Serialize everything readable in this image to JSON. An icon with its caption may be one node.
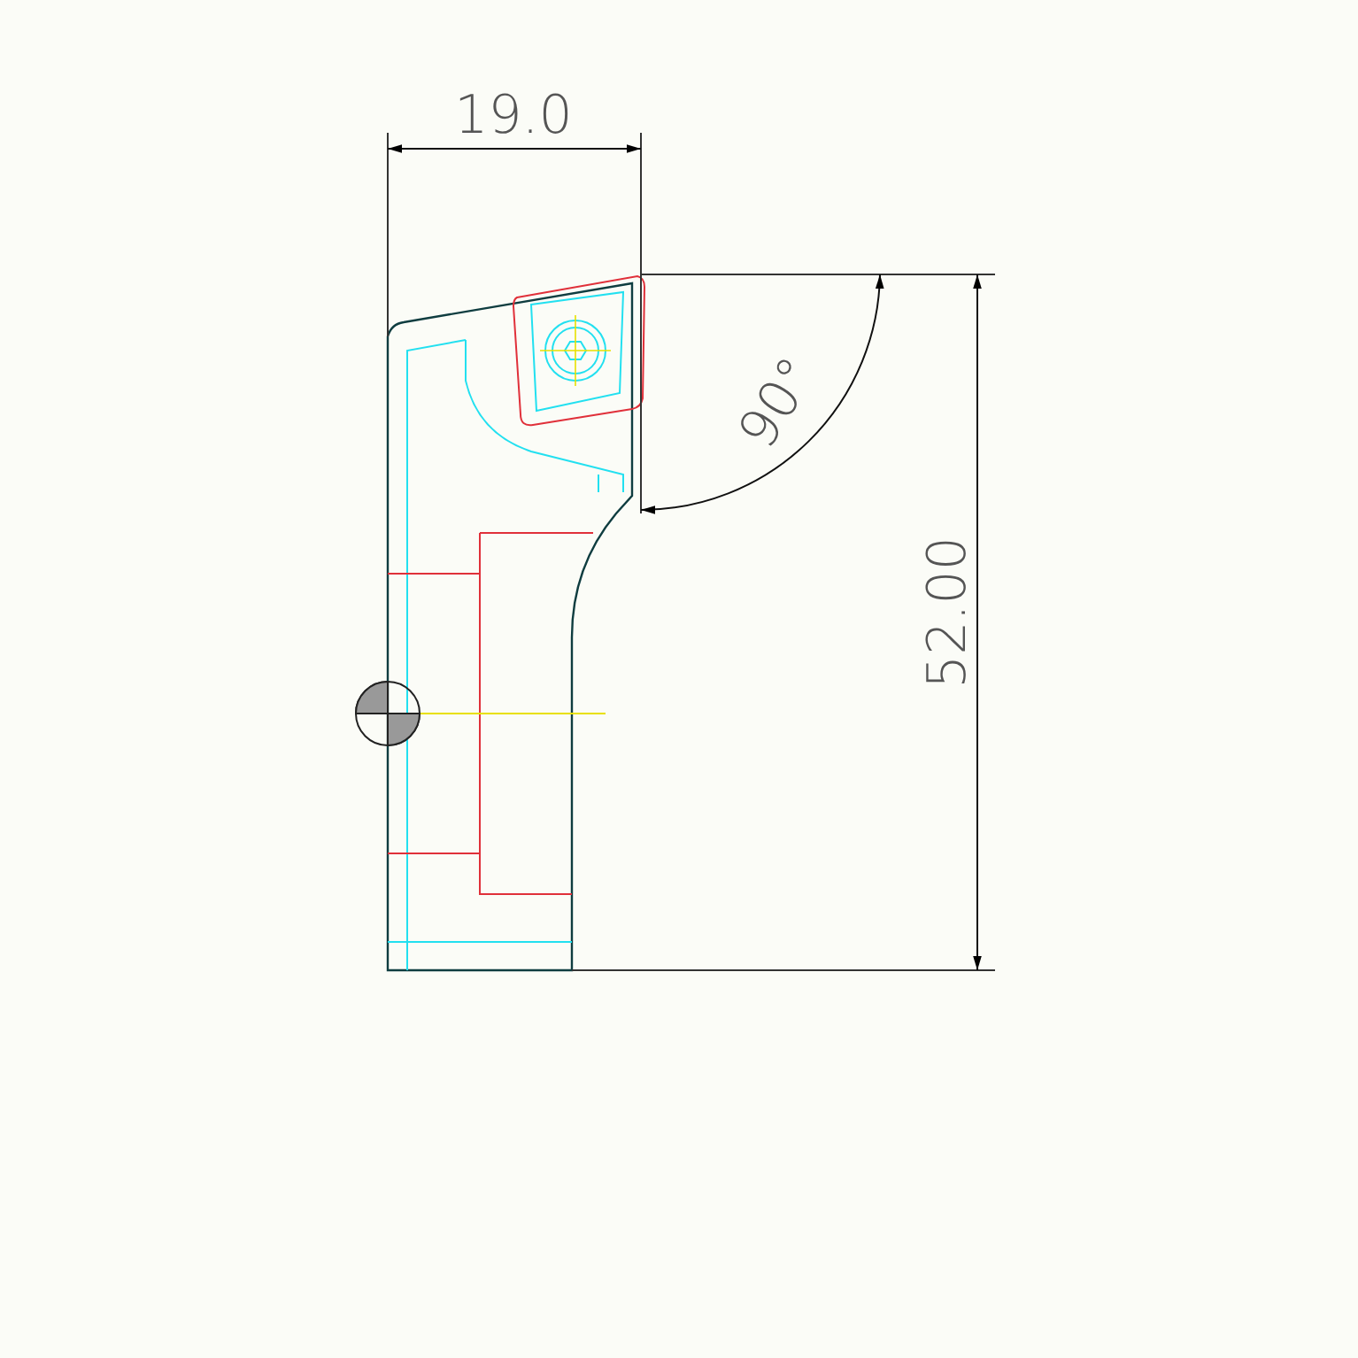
{
  "diagram": {
    "labels": [
      "19.0",
      "90°",
      "52.00"
    ]
  }
}
